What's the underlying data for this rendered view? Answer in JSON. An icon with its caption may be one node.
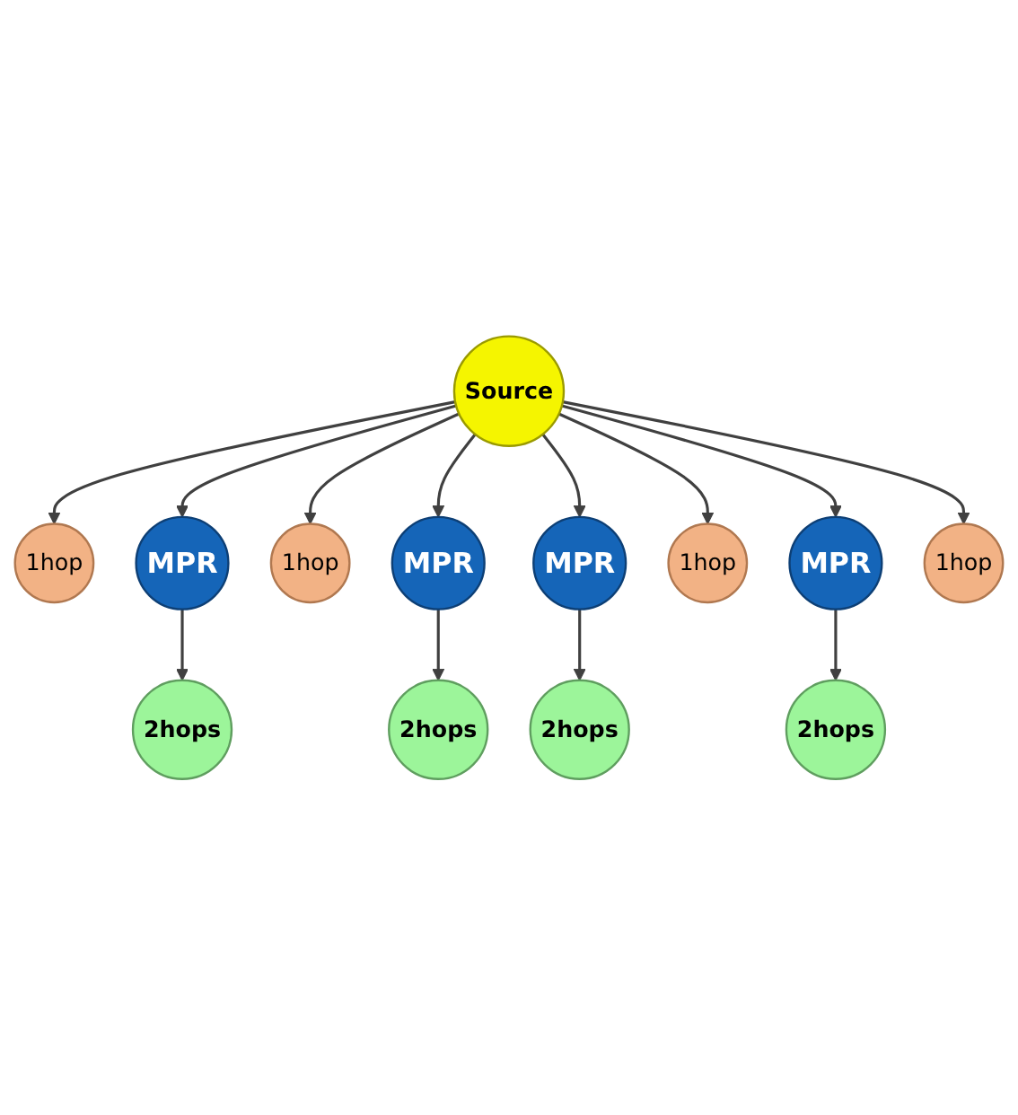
{
  "diagram": {
    "nodes": [
      {
        "text": [
          "2hops"
        ]
      },
      {
        "text": [
          "1hop"
        ]
      },
      {
        "text": [
          "MPR"
        ]
      },
      {
        "text": [
          "1hop"
        ]
      },
      {
        "text": [
          "2hops"
        ]
      },
      {
        "text": [
          "MPR"
        ]
      },
      {
        "text": [
          "Source"
        ]
      },
      {
        "text": [
          "MPR"
        ]
      },
      {
        "text": [
          "2hops"
        ]
      },
      {
        "text": [
          "1hop"
        ]
      },
      {
        "text": [
          "MPR"
        ]
      },
      {
        "text": [
          "1hop"
        ]
      },
      {
        "text": [
          "2hops"
        ]
      }
    ],
    "edges": [
      {
        "from": 6,
        "to": 2,
        "arrow": "to"
      },
      {
        "from": 6,
        "to": 1,
        "arrow": "to"
      },
      {
        "from": 6,
        "to": 3,
        "arrow": "to"
      },
      {
        "from": 6,
        "to": 5,
        "arrow": "to"
      },
      {
        "from": 6,
        "to": 7,
        "arrow": "to"
      },
      {
        "from": 6,
        "to": 9,
        "arrow": "to"
      },
      {
        "from": 6,
        "to": 10,
        "arrow": "to"
      },
      {
        "from": 6,
        "to": 11,
        "arrow": "to"
      },
      {
        "from": 2,
        "to": 0,
        "arrow": "to"
      },
      {
        "from": 5,
        "to": 4,
        "arrow": "to"
      },
      {
        "from": 7,
        "to": 8,
        "arrow": "to"
      },
      {
        "from": 10,
        "to": 12,
        "arrow": "to"
      }
    ]
  }
}
